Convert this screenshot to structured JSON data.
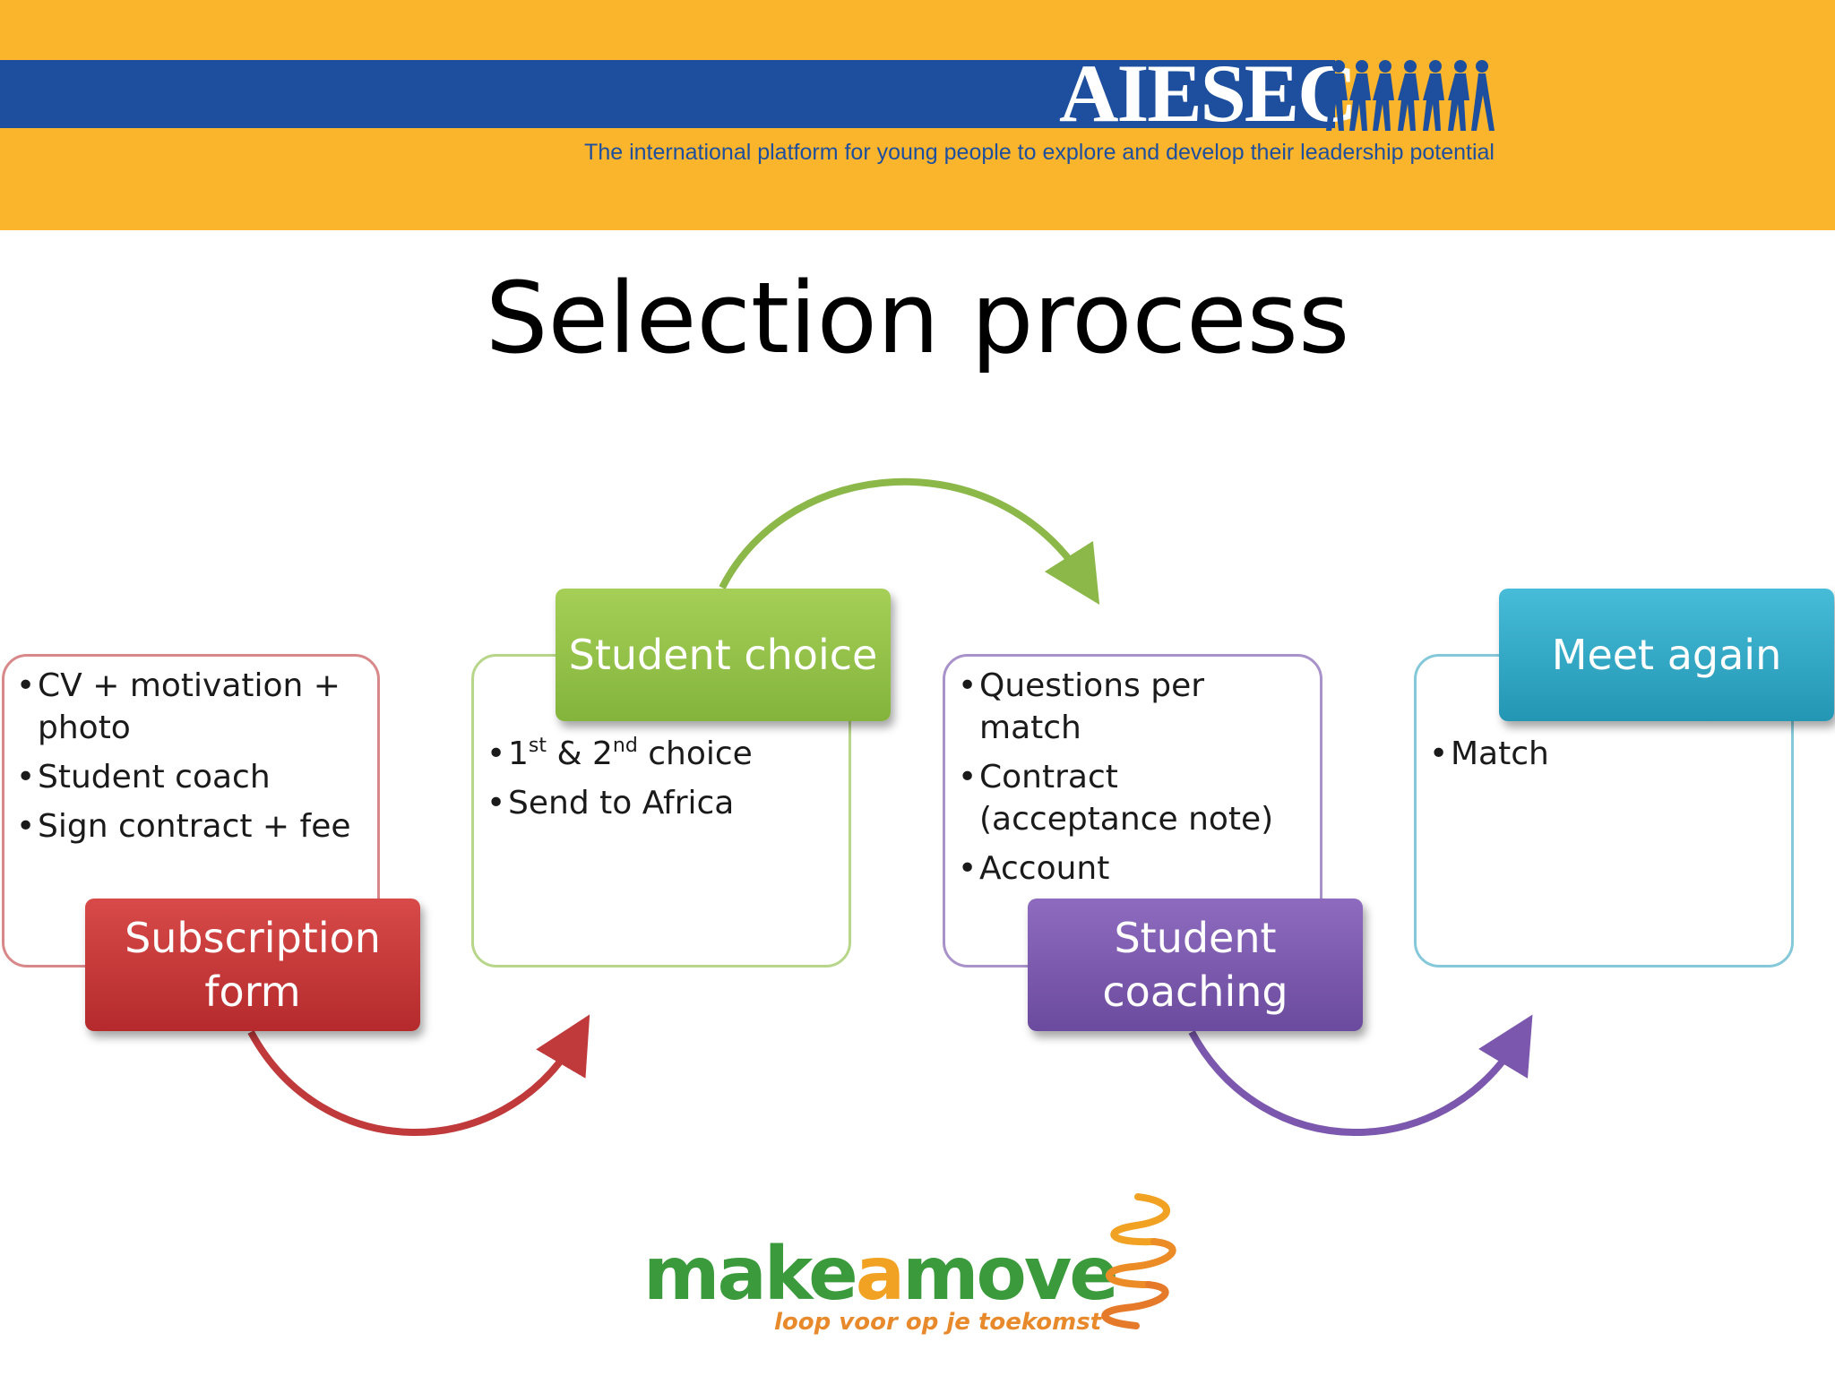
{
  "header": {
    "logo_text": "AIESEC",
    "tagline": "The international platform for young people to explore and develop their leadership potential",
    "logo_icon": "walking-people-icon",
    "colors": {
      "yellow": "#fbb52c",
      "blue": "#1d4f9e"
    }
  },
  "title": "Selection process",
  "diagram": {
    "stages": [
      {
        "label": "Subscription form",
        "color": "#c53a3b",
        "bullets": [
          "CV + motivation + photo",
          "Student coach",
          "Sign contract + fee"
        ]
      },
      {
        "label": "Student choice",
        "color": "#93c14a",
        "bullets_rich": [
          {
            "n1": "1",
            "s1": "st",
            "mid": " & 2",
            "s2": "nd",
            "tail": " choice"
          }
        ],
        "bullets": [
          "Send to Africa"
        ]
      },
      {
        "label": "Student coaching",
        "color": "#7b58ad",
        "bullets": [
          "Questions per match",
          "Contract (acceptance note)",
          "Account"
        ]
      },
      {
        "label": "Meet again",
        "color": "#31a9c6",
        "bullets": [
          "Match"
        ]
      }
    ]
  },
  "footer": {
    "logo_make": "make",
    "logo_a": "a",
    "logo_move": "move",
    "logo_subtitle": "loop voor op je toekomst",
    "logo_icon": "swirl-icon"
  }
}
